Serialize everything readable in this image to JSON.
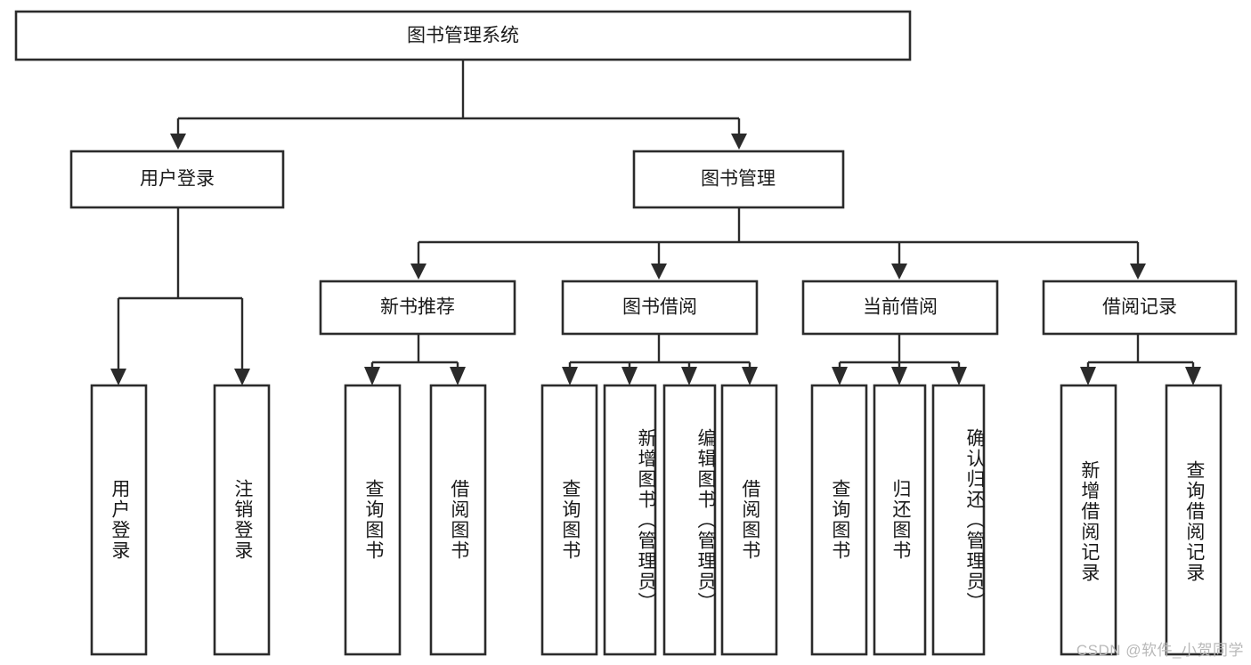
{
  "diagram": {
    "title": "图书管理系统",
    "watermark": "CSDN @软件_小贺同学",
    "root": {
      "label": "图书管理系统"
    },
    "level1": [
      {
        "label": "用户登录"
      },
      {
        "label": "图书管理"
      }
    ],
    "level2": [
      {
        "label": "新书推荐"
      },
      {
        "label": "图书借阅"
      },
      {
        "label": "当前借阅"
      },
      {
        "label": "借阅记录"
      }
    ],
    "leaves": {
      "user_login": [
        {
          "label": "用户登录"
        },
        {
          "label": "注销登录"
        }
      ],
      "new_book": [
        {
          "label": "查询图书"
        },
        {
          "label": "借阅图书"
        }
      ],
      "borrow": [
        {
          "label": "查询图书"
        },
        {
          "label": "新增图书（管理员）"
        },
        {
          "label": "编辑图书（管理员）"
        },
        {
          "label": "借阅图书"
        }
      ],
      "current": [
        {
          "label": "查询图书"
        },
        {
          "label": "归还图书"
        },
        {
          "label": "确认归还（管理员）"
        }
      ],
      "records": [
        {
          "label": "新增借阅记录"
        },
        {
          "label": "查询借阅记录"
        }
      ]
    }
  },
  "colors": {
    "stroke": "#2b2b2b",
    "fill": "#ffffff",
    "text": "#1a1a1a",
    "watermark": "#b9b9b9"
  }
}
